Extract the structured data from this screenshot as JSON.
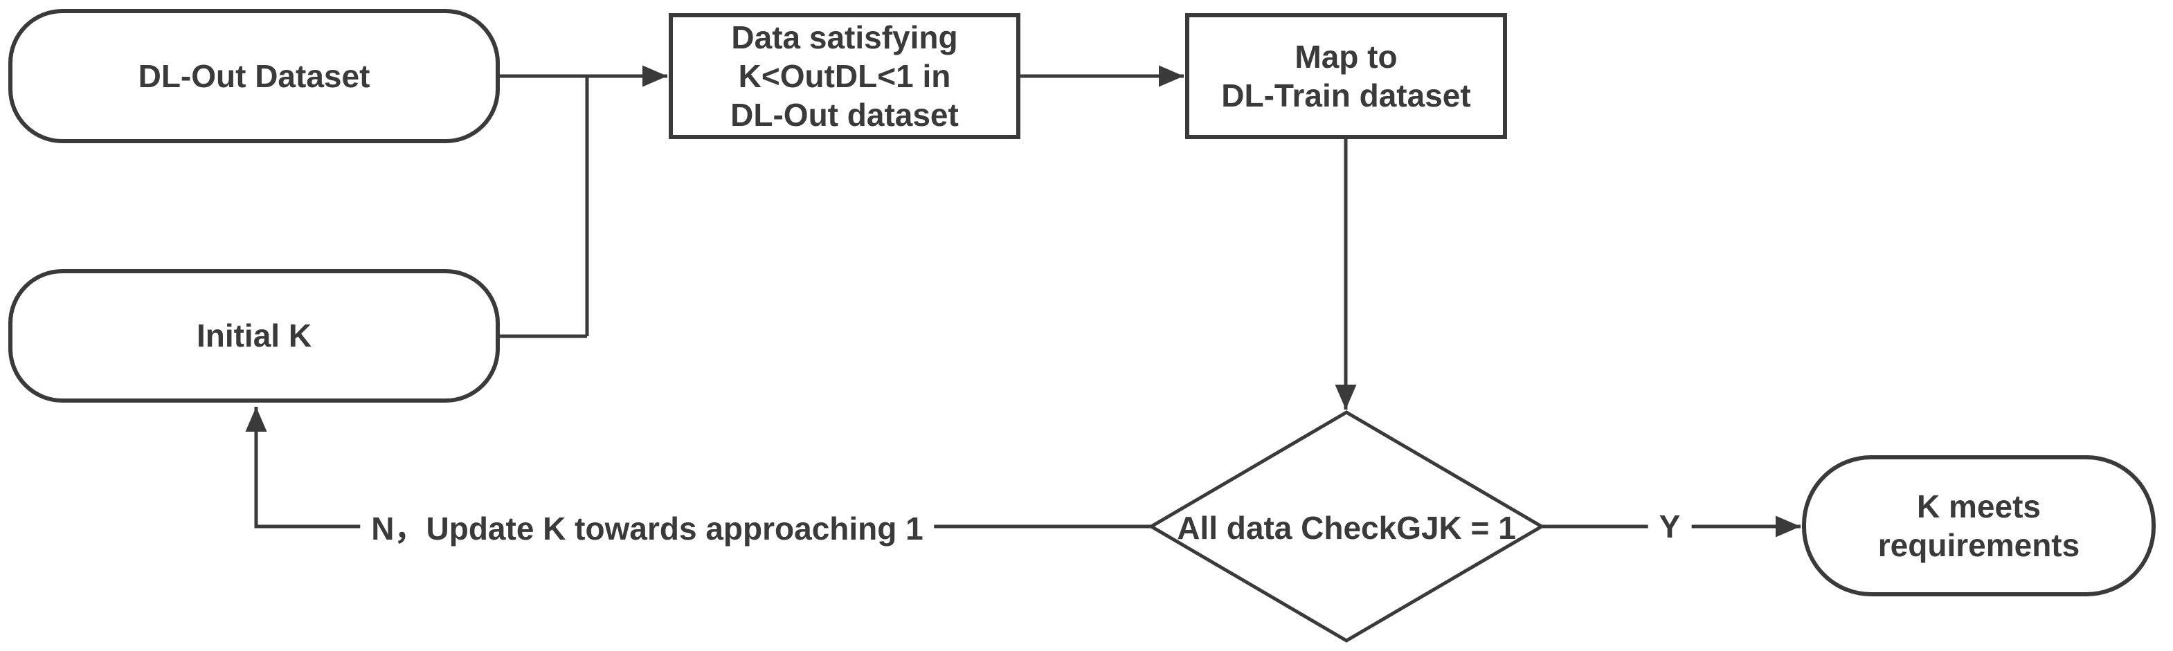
{
  "flowchart": {
    "nodes": {
      "dl_out": {
        "label": "DL-Out Dataset",
        "shape": "terminator"
      },
      "initial_k": {
        "label": "Initial K",
        "shape": "terminator"
      },
      "filter": {
        "label": "Data satisfying\nK<OutDL<1 in\nDL-Out dataset",
        "shape": "process"
      },
      "map": {
        "label": "Map to\nDL-Train dataset",
        "shape": "process"
      },
      "decision": {
        "label": "All data CheckGJK = 1",
        "shape": "decision"
      },
      "result": {
        "label": "K meets\nrequirements",
        "shape": "terminator"
      }
    },
    "edge_labels": {
      "no": "N，Update K towards approaching 1",
      "yes": "Y"
    },
    "edges": [
      {
        "from": "dl_out",
        "to": "filter",
        "label": ""
      },
      {
        "from": "initial_k",
        "to": "filter",
        "label": ""
      },
      {
        "from": "filter",
        "to": "map",
        "label": ""
      },
      {
        "from": "map",
        "to": "decision",
        "label": ""
      },
      {
        "from": "decision",
        "to": "result",
        "label": "Y"
      },
      {
        "from": "decision",
        "to": "initial_k",
        "label": "N，Update K towards approaching 1"
      }
    ],
    "colors": {
      "stroke": "#3a3a3a",
      "text": "#3a3a3a",
      "node_fill": "#ffffff",
      "background": "#ffffff"
    }
  }
}
